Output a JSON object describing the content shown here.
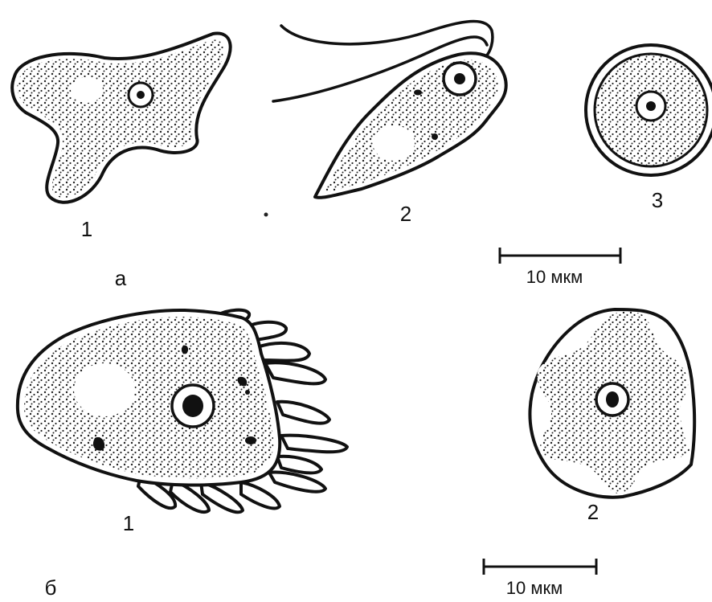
{
  "figure": {
    "section_a": {
      "letter": "а",
      "items": [
        {
          "number": "1"
        },
        {
          "number": "2"
        },
        {
          "number": "3"
        }
      ],
      "scale_bar_label": "10 мкм"
    },
    "section_b": {
      "letter": "б",
      "items": [
        {
          "number": "1"
        },
        {
          "number": "2"
        }
      ],
      "scale_bar_label": "10 мкм"
    }
  }
}
